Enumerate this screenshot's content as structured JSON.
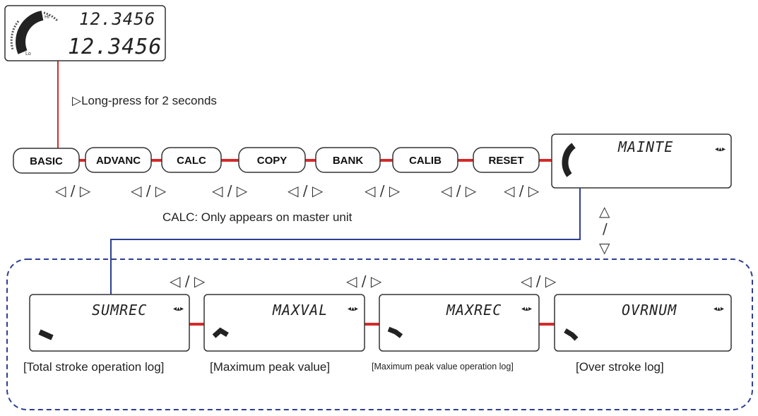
{
  "top_display": {
    "line1": "12.3456",
    "line2": "12.3456",
    "gauge_hi": "HI",
    "gauge_lo": "Lo"
  },
  "long_press_note": "▷Long-press for 2 seconds",
  "modes": [
    "BASIC",
    "ADVANC",
    "CALC",
    "COPY",
    "BANK",
    "CALIB",
    "RESET"
  ],
  "nav_symbol": "◁ / ▷",
  "mainte_display": {
    "text": "MAINTE",
    "arrows": "••"
  },
  "calc_note": "CALC: Only appears on master unit",
  "updown": {
    "up": "△",
    "sep": "/",
    "down": "▽"
  },
  "submodes": [
    {
      "text": "SUMREC",
      "caption": "[Total stroke operation log]"
    },
    {
      "text": "MAXVAL",
      "caption": "[Maximum peak value]"
    },
    {
      "text": "MAXREC",
      "caption": "[Maximum peak value operation log]"
    },
    {
      "text": "OVRNUM",
      "caption": "[Over stroke log]"
    }
  ],
  "colors": {
    "red": "#d42a2a",
    "blue": "#2c3f93",
    "dark": "#222222"
  }
}
